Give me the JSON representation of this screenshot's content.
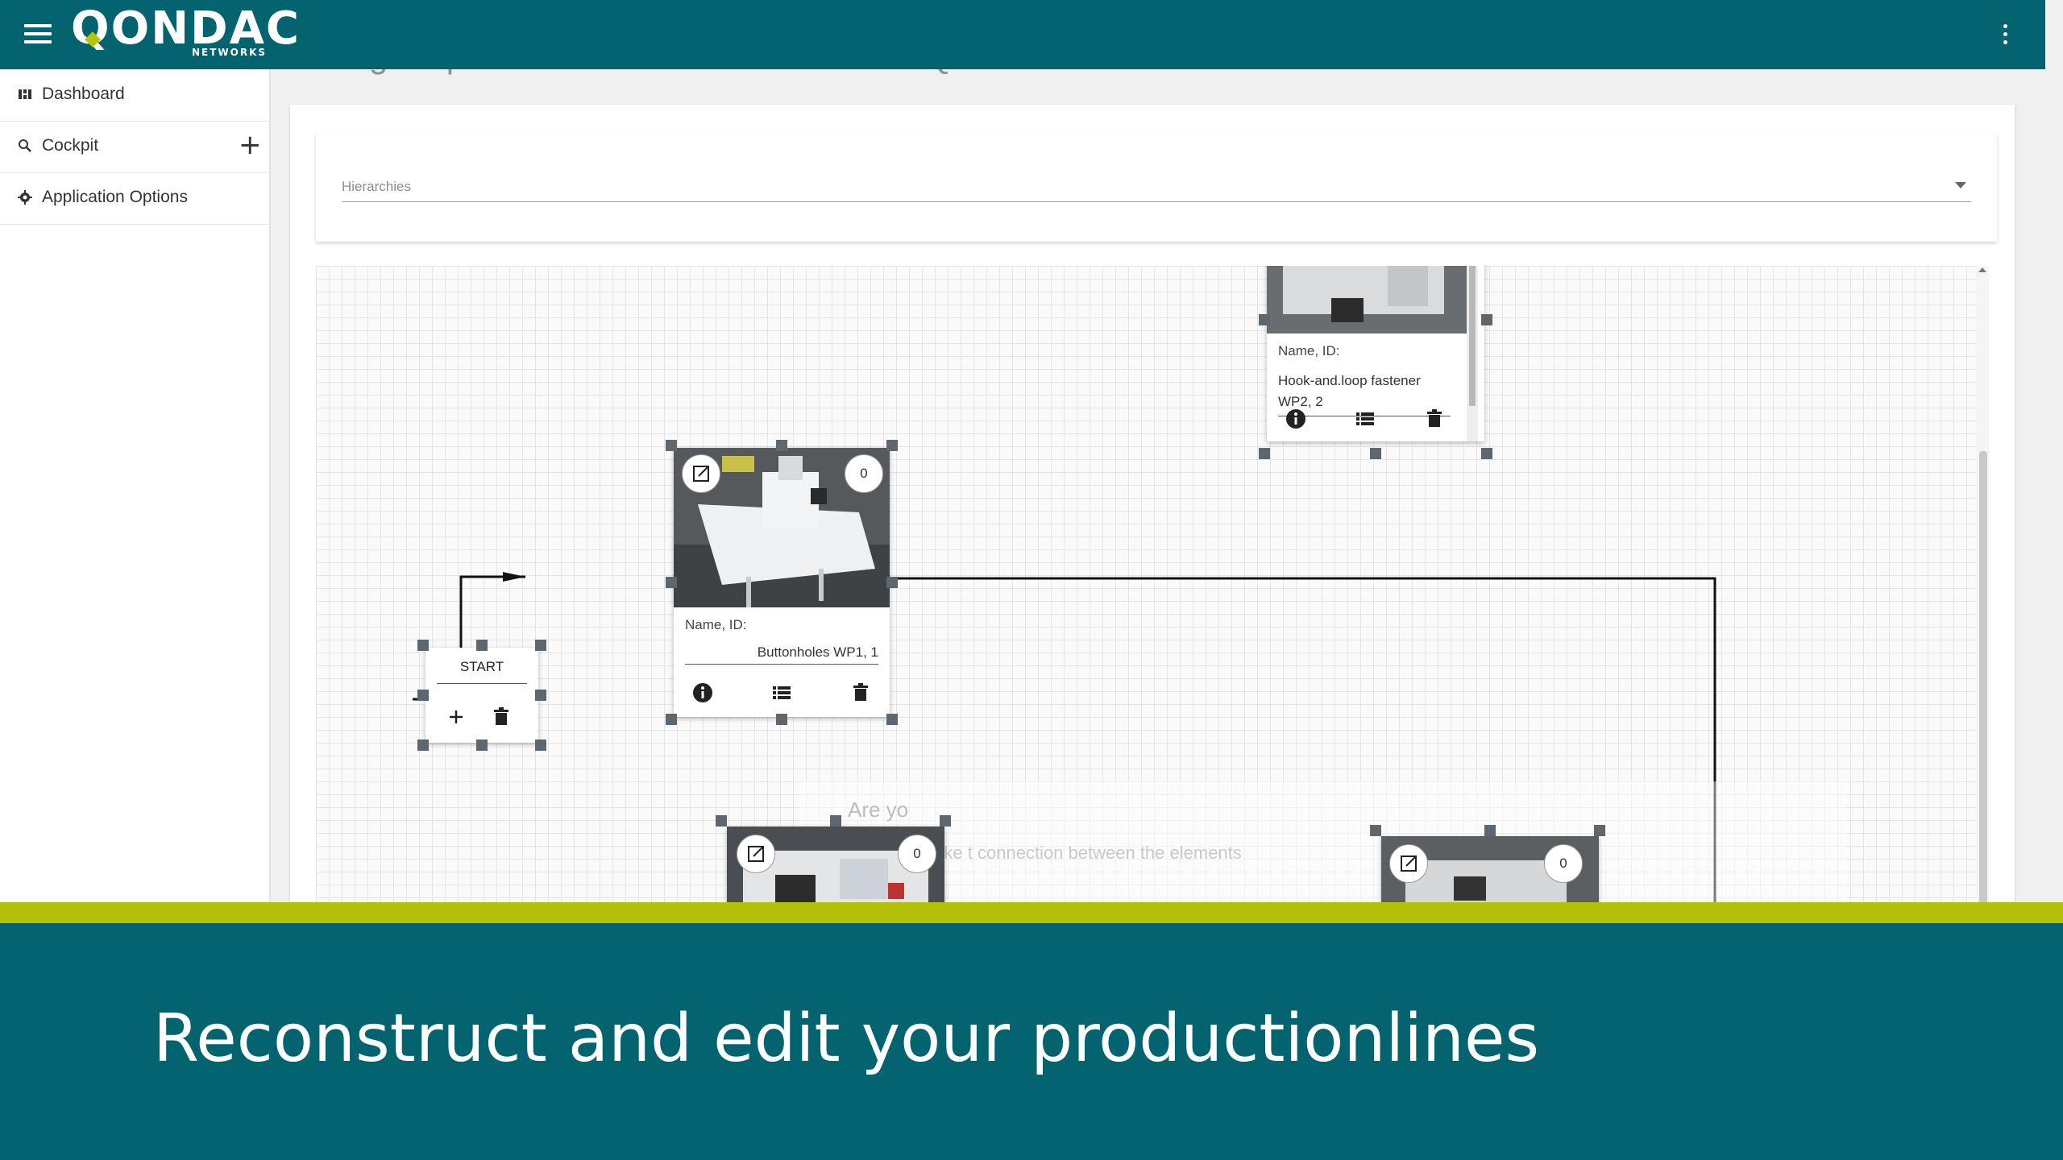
{
  "header": {
    "logo_text": "QONDAC",
    "logo_sub": "NETWORKS"
  },
  "page": {
    "title": "Configure process view: Production Line - QONDAC"
  },
  "sidebar": {
    "items": [
      {
        "label": "Dashboard",
        "icon": "dashboard-icon"
      },
      {
        "label": "Cockpit",
        "icon": "search-icon"
      },
      {
        "label": "Application Options",
        "icon": "gear-icon"
      }
    ]
  },
  "hierarchies": {
    "label": "Hierarchies"
  },
  "canvas": {
    "start_node": {
      "label": "START"
    },
    "nodes": [
      {
        "name_label": "Name, ID:",
        "name_value": "Buttonholes WP1, 1",
        "count": "0"
      },
      {
        "name_label": "Name, ID:",
        "name_value": "Hook-and.loop fastener WP2, 2"
      },
      {
        "count": "0"
      },
      {
        "count": "0"
      }
    ],
    "ghost_dialog": {
      "title": "Are yo",
      "text": "Would you like t                  connection between the elements"
    }
  },
  "banner": {
    "text": "Reconstruct and edit your productionlines"
  },
  "colors": {
    "primary": "#03636e",
    "accent": "#b3c107"
  }
}
